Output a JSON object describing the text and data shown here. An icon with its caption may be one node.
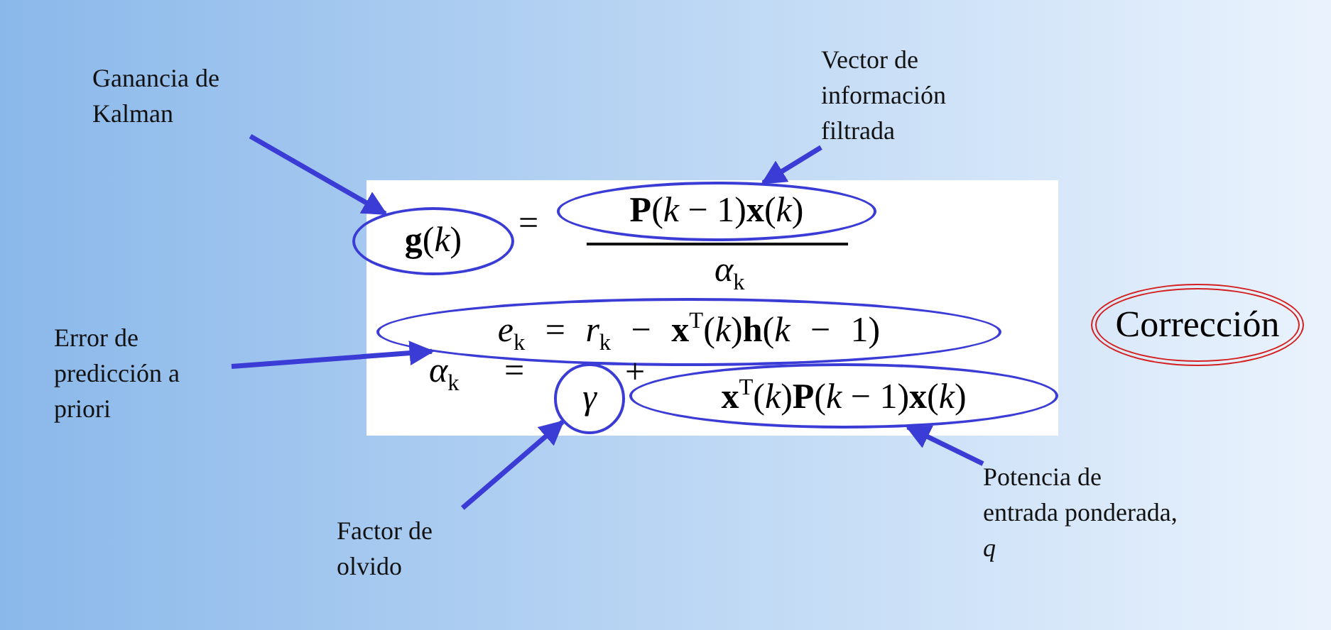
{
  "diagram": {
    "nodes": [
      {
        "text": [
          "Ganancia de Kalman"
        ]
      },
      {
        "text": [
          "Vector de información filtrada"
        ]
      },
      {
        "text": [
          "**g**(*k*)"
        ]
      },
      {
        "text": [
          "**P**(*k* − 1)**x**(*k*)"
        ]
      },
      {
        "text": [
          "Error de predicción a priori"
        ]
      },
      {
        "text": [
          "*e*$_{k}$ = *r*$_{k}$ − **x**$^{T}$(*k*)**h**(*k* − 1)"
        ]
      },
      {
        "text": [
          "Corrección"
        ]
      },
      {
        "text": [
          "*γ*"
        ]
      },
      {
        "text": [
          "**x**$^{T}$(*k*)**P**(*k* − 1)**x**(*k*)"
        ]
      },
      {
        "text": [
          "Factor de olvido"
        ]
      },
      {
        "text": [
          "Potencia de entrada ponderada, *q*"
        ]
      }
    ],
    "edges": [
      {
        "from": 0,
        "to": 2,
        "arrow": "to"
      },
      {
        "from": 1,
        "to": 3,
        "arrow": "to"
      },
      {
        "from": 4,
        "to": 5,
        "arrow": "to"
      },
      {
        "from": 9,
        "to": 7,
        "arrow": "to"
      },
      {
        "from": 10,
        "to": 8,
        "arrow": "to"
      }
    ],
    "labels": [
      "=",
      "*α*$_{k}$",
      "*α*$_{k}$",
      "=",
      "+"
    ]
  }
}
